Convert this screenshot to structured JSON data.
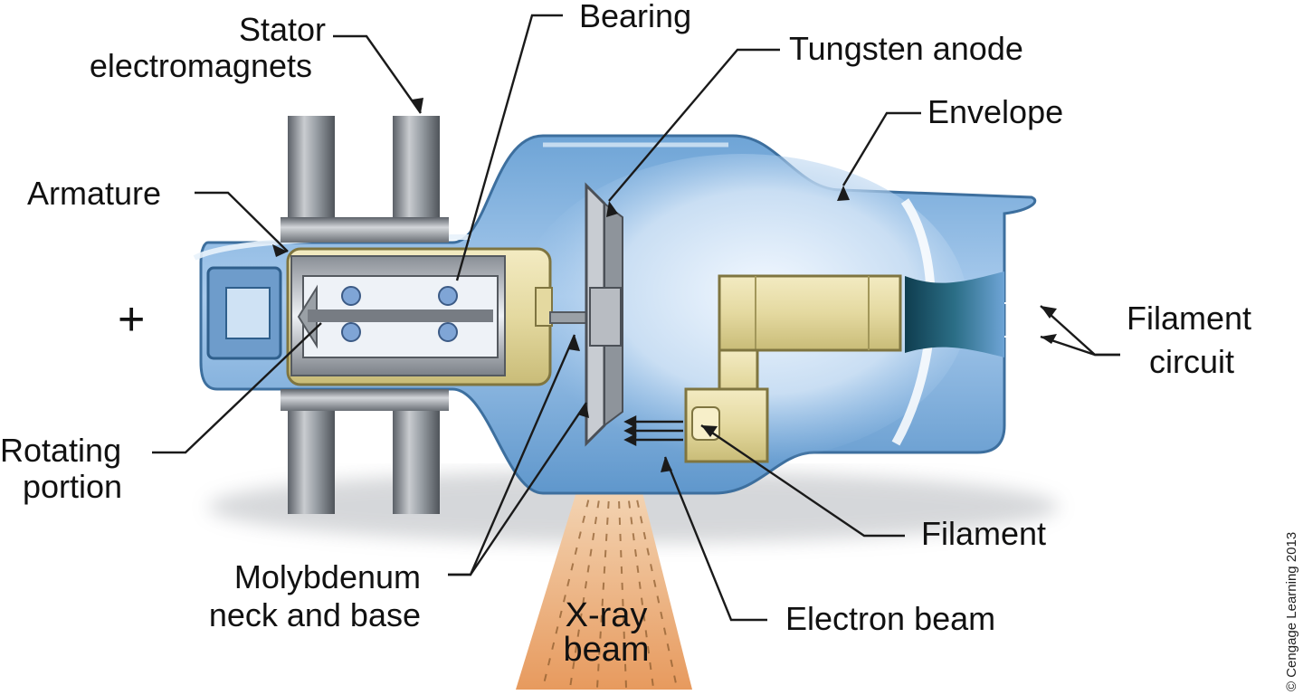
{
  "labels": {
    "stator": [
      "Stator",
      "electromagnets"
    ],
    "bearing": "Bearing",
    "tungsten_anode": "Tungsten anode",
    "envelope": "Envelope",
    "armature": "Armature",
    "plus_sign": "+",
    "filament_circuit": [
      "Filament",
      "circuit"
    ],
    "rotating_portion": [
      "Rotating",
      "portion"
    ],
    "filament": "Filament",
    "molybdenum": [
      "Molybdenum",
      "neck and base"
    ],
    "electron_beam": "Electron beam",
    "xray_beam": [
      "X-ray",
      "beam"
    ]
  },
  "copyright": "© Cengage Learning 2013",
  "colors": {
    "envelope_glass": "#7fb0dc",
    "envelope_light": "#d8e9f8",
    "metal_gray": "#8a8f96",
    "filament_cup": "#e4d9a0",
    "xray_beam": "#eba773",
    "leader_lines": "#1a1a1a"
  }
}
